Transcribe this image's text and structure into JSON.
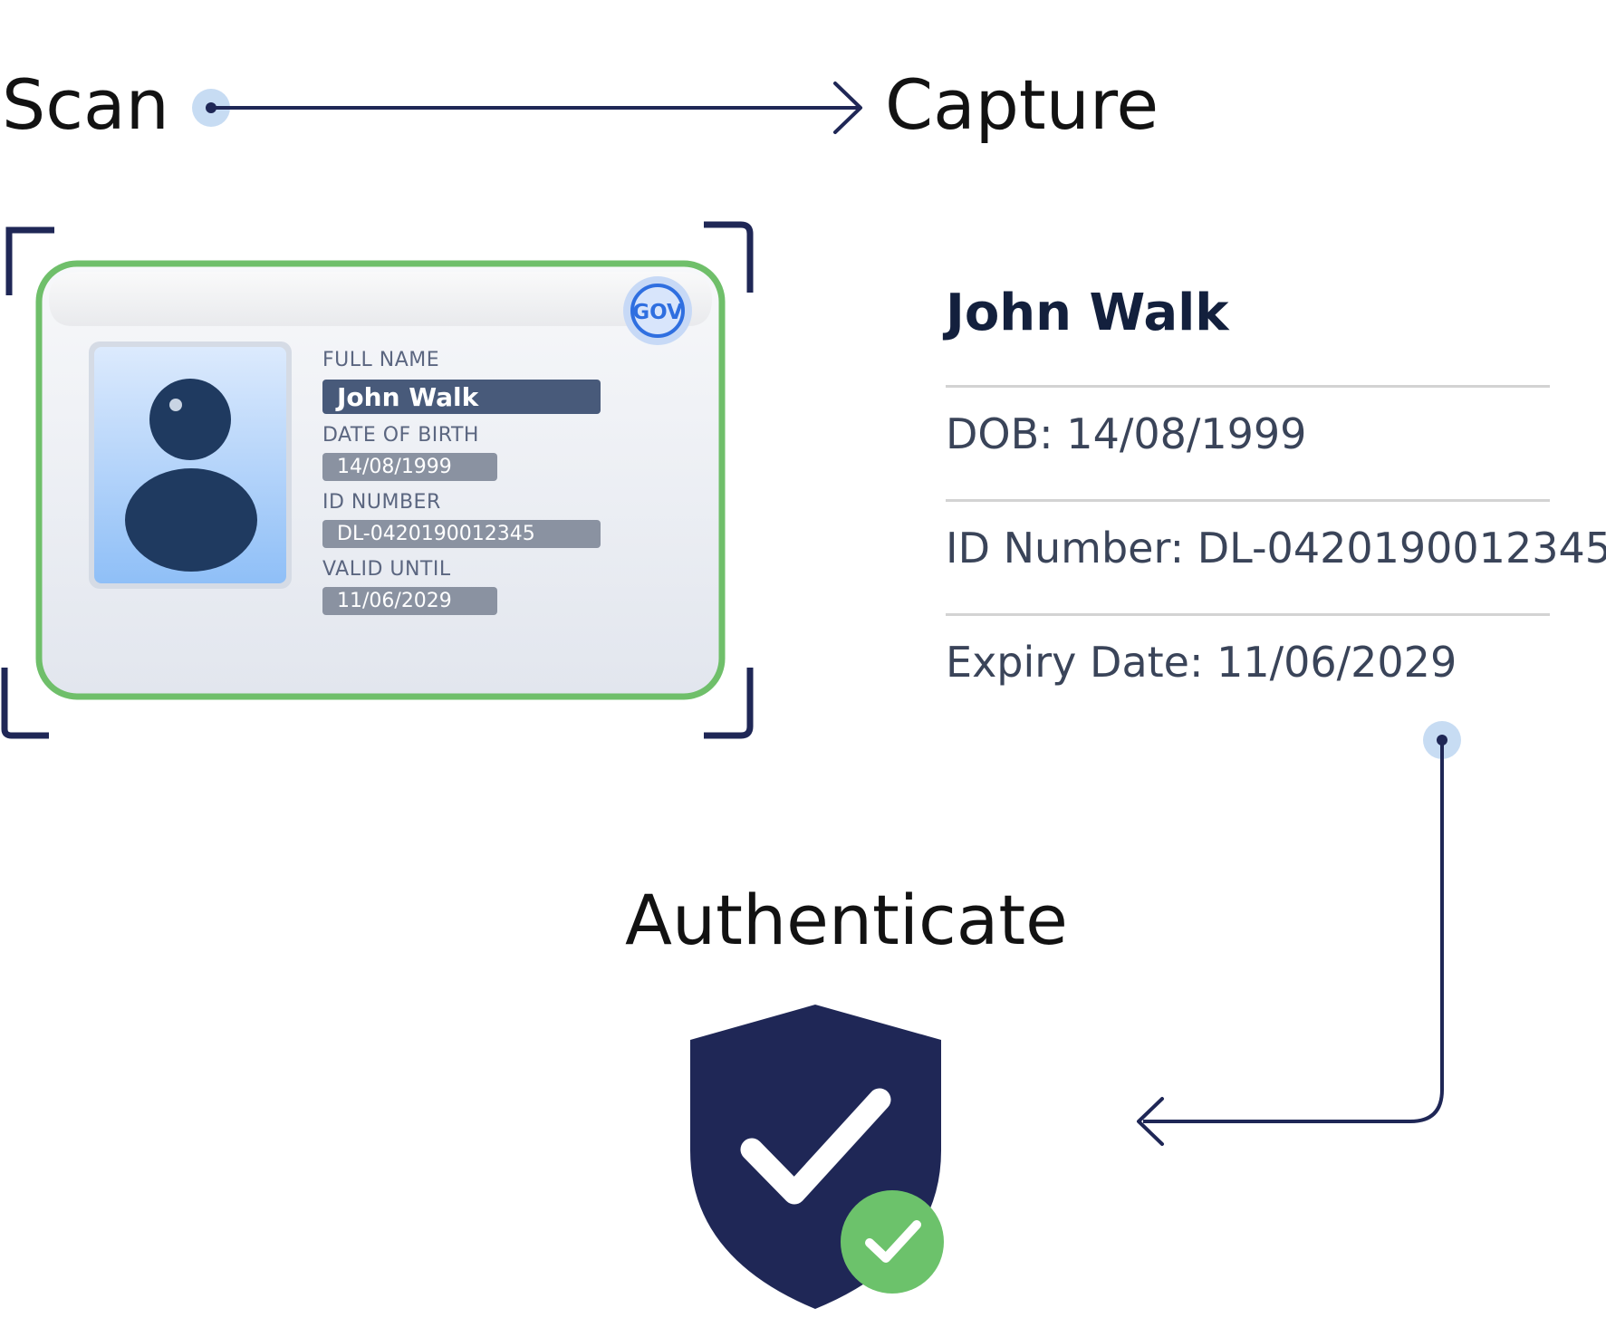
{
  "steps": {
    "scan": "Scan",
    "capture": "Capture",
    "authenticate": "Authenticate"
  },
  "id_card": {
    "seal_text": "GOV",
    "fields": [
      {
        "label": "FULL NAME",
        "value": "John Walk"
      },
      {
        "label": "DATE OF BIRTH",
        "value": "14/08/1999"
      },
      {
        "label": "ID NUMBER",
        "value": "DL-0420190012345"
      },
      {
        "label": "VALID UNTIL",
        "value": "11/06/2029"
      }
    ]
  },
  "details": {
    "name": "John Walk",
    "dob": "DOB: 14/08/1999",
    "id_number": "ID Number: DL-0420190012345",
    "expiry": "Expiry Date: 11/06/2029"
  },
  "colors": {
    "navy": "#1f2756",
    "card_border": "#6fbf6a",
    "success_green": "#6cc26b",
    "node_halo": "#c7dcf3",
    "photo_gradient_top": "#dceafd",
    "photo_gradient_bottom": "#8fbff7",
    "name_chip": "#485a7a",
    "value_chip": "#8a92a1",
    "seal_blue": "#2f6fe0"
  },
  "icons": {
    "seal": "gov-seal-icon",
    "avatar": "person-silhouette-icon",
    "shield": "shield-check-icon",
    "badge": "check-badge-icon"
  }
}
